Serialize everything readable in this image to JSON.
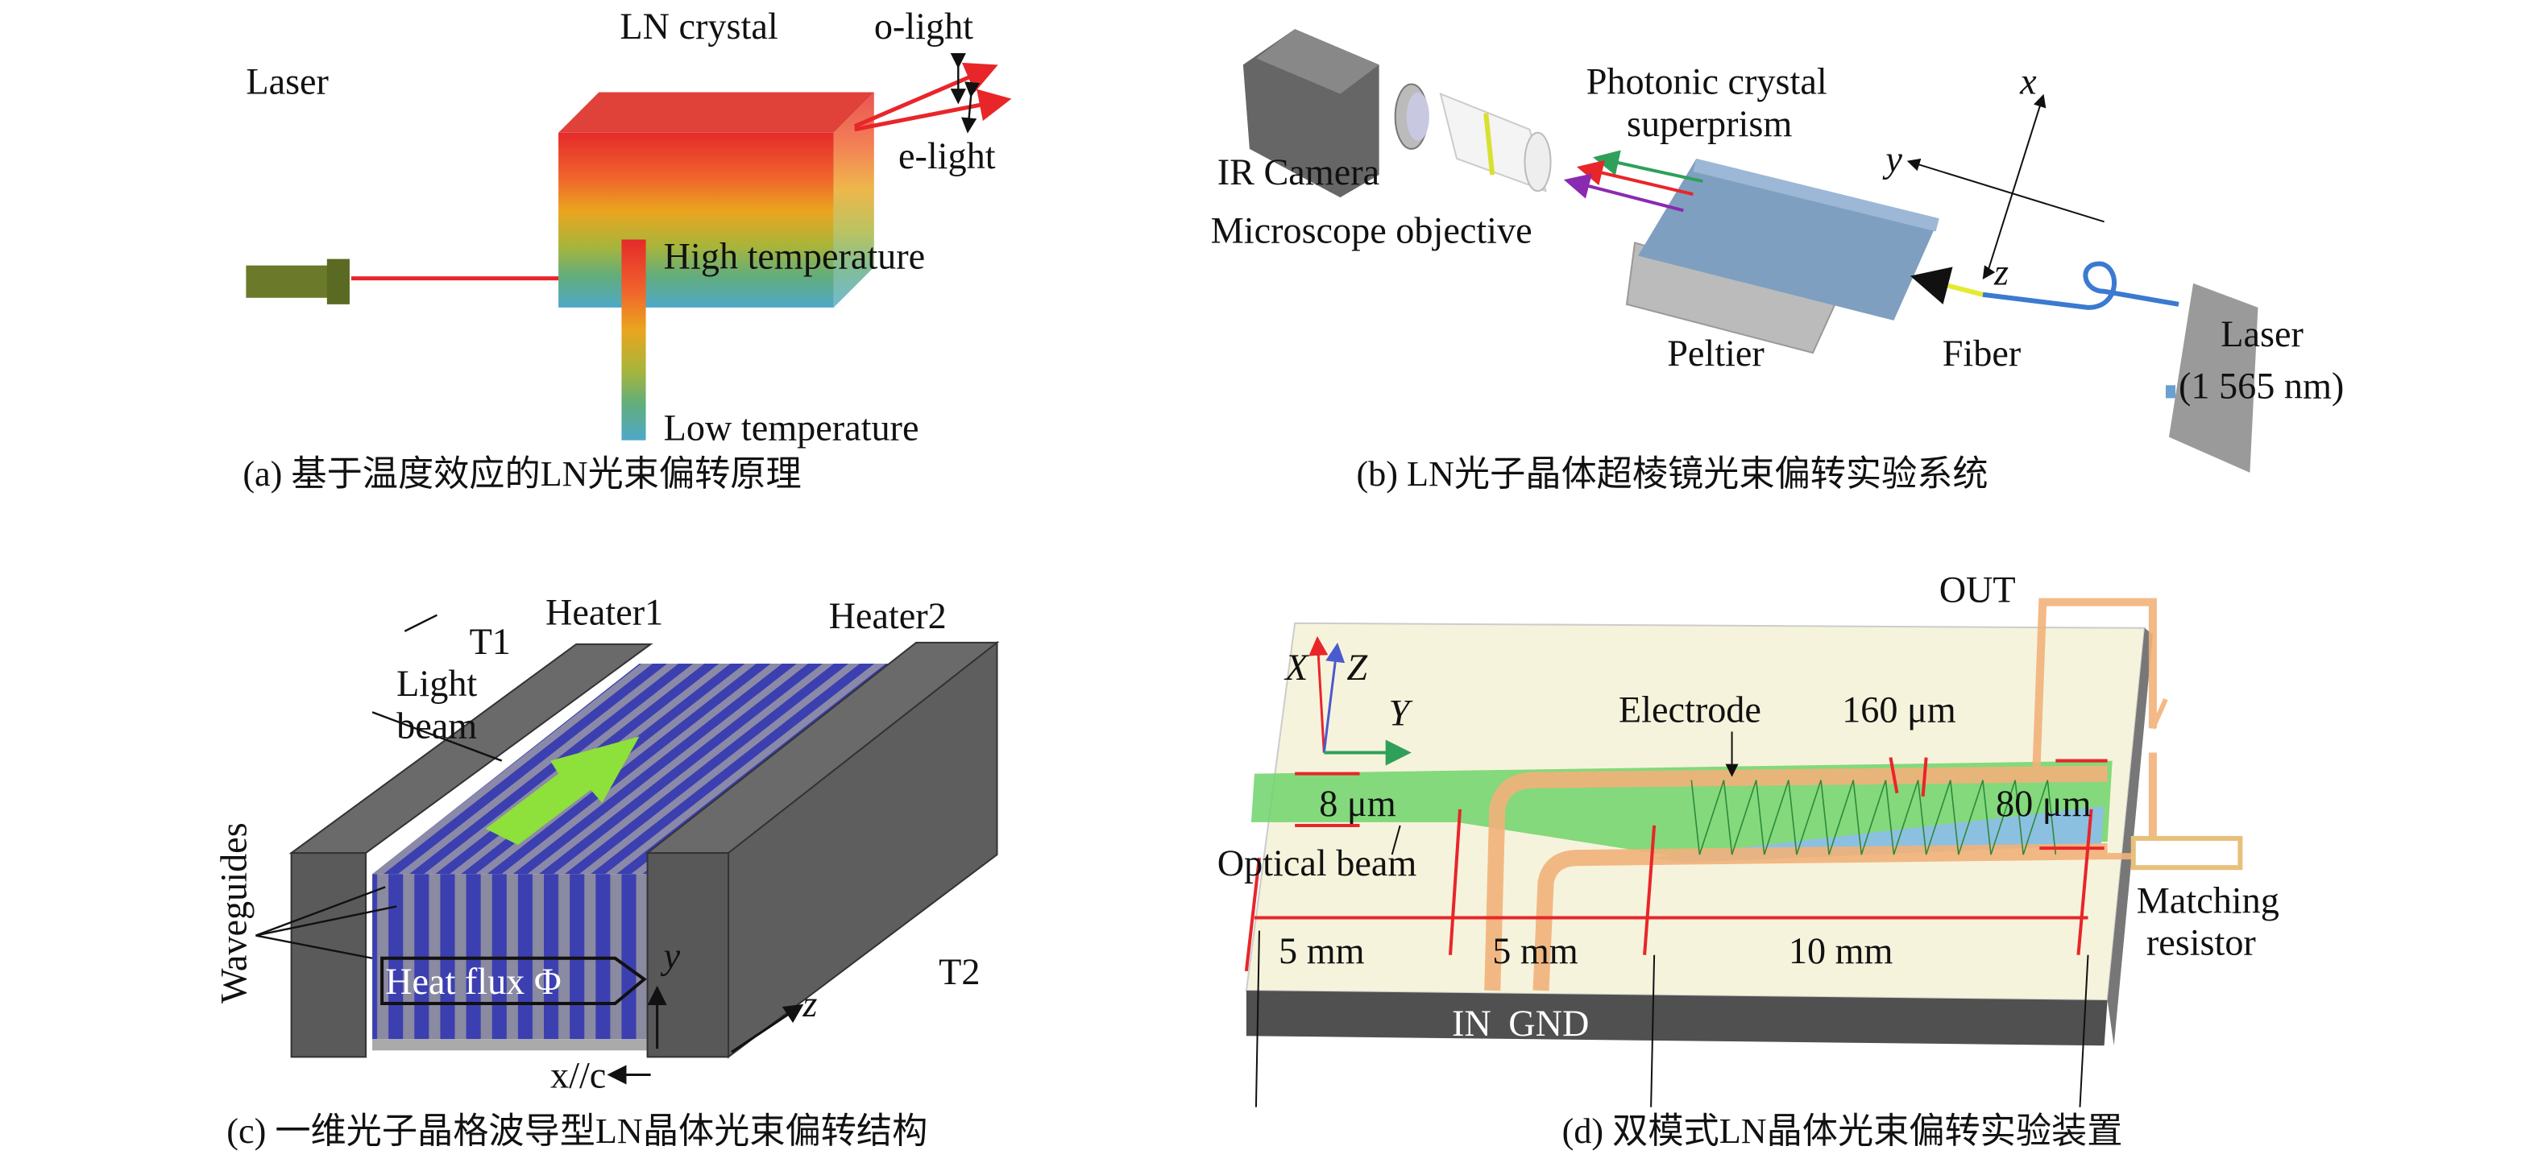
{
  "panel_a": {
    "caption": "(a) 基于温度效应的LN光束偏转原理",
    "laser": "Laser",
    "crystal": "LN crystal",
    "o_light": "o-light",
    "e_light": "e-light",
    "high_temp": "High temperature",
    "low_temp": "Low temperature"
  },
  "panel_b": {
    "caption": "(b) LN光子晶体超棱镜光束偏转实验系统",
    "ir_camera": "IR Camera",
    "objective": "Microscope objective",
    "prism_line1": "Photonic crystal",
    "prism_line2": "superprism",
    "peltier": "Peltier",
    "fiber": "Fiber",
    "laser_line1": "Laser",
    "laser_line2": "(1 565 nm)",
    "axis_x": "x",
    "axis_y": "y",
    "axis_z": "z"
  },
  "panel_c": {
    "caption": "(c) 一维光子晶格波导型LN晶体光束偏转结构",
    "heater1": "Heater1",
    "heater2": "Heater2",
    "t1": "T1",
    "t2": "T2",
    "light_line1": "Light",
    "light_line2": "beam",
    "waveguides": "Waveguides",
    "heat_flux": "Heat flux Φ",
    "axis_y": "y",
    "axis_z": "z",
    "axis_x": "x//c"
  },
  "panel_d": {
    "caption": "(d) 双模式LN晶体光束偏转实验装置",
    "out": "OUT",
    "axis_x": "X",
    "axis_y": "Y",
    "axis_z": "Z",
    "electrode": "Electrode",
    "dim_160": "160 μm",
    "dim_8": "8 μm",
    "dim_80": "80 μm",
    "optical_beam": "Optical beam",
    "matching_line1": "Matching",
    "matching_line2": "resistor",
    "len1": "5 mm",
    "len2": "5 mm",
    "len3": "10 mm",
    "in": "IN",
    "gnd": "GND"
  },
  "colors": {
    "beam_red": "#e8262a",
    "beam_green": "#6fd36a",
    "electrode": "#f2b27a",
    "prism": "#7f9fc0",
    "heater": "#5a5a5a",
    "waveguide": "#3c3fb0"
  }
}
